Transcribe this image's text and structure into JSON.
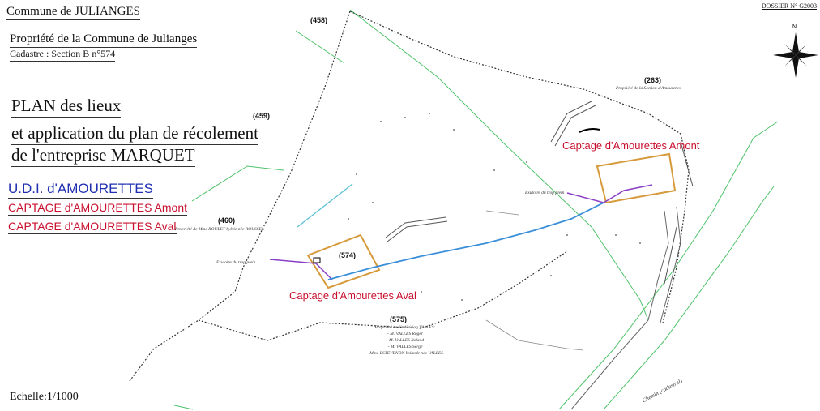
{
  "header": {
    "commune": "Commune de JULIANGES",
    "propriete": "Propriété de la Commune de Julianges",
    "cadastre": "Cadastre : Section B n°574",
    "dossier": "DOSSIER N° G2003"
  },
  "title": {
    "line1": "PLAN des lieux",
    "line2": "et application du plan de récolement",
    "line3": "de l'entreprise MARQUET"
  },
  "legend": {
    "udi": "U.D.I. d'AMOURETTES",
    "captage_amont": "CAPTAGE d'AMOURETTES Amont",
    "captage_aval": "CAPTAGE d'AMOURETTES Aval"
  },
  "scale": "Echelle:1/1000",
  "parcels": {
    "p458": "(458)",
    "p459": "(459)",
    "p460": "(460)",
    "p263": "(263)",
    "p574": "(574)",
    "p575": "(575)"
  },
  "owners": {
    "p460": "Propriété de Mme ROULET Sylvie née ROUSSEL",
    "p263": "Propriété de la Section d'Amourettes",
    "p575_lines": [
      "Propriété de l'indivision VALLES:",
      "- M. VALLES Roger",
      "- M. VALLES Roland",
      "- M. VALLES Serge",
      "- Mme ESTEVENON Yolande née VALLES"
    ]
  },
  "map_labels": {
    "captage_amont": "Captage d'Amourettes Amont",
    "captage_aval": "Captage d'Amourettes Aval",
    "exutoire_left": "Exutoire du trop plein",
    "exutoire_right": "Exutoire du trop plein",
    "chemin": "Chemin (cadastral)",
    "compass_n": "N"
  },
  "colors": {
    "red_label": "#c8102e",
    "blue_label": "#1f2fb0",
    "boundary_green": "#4fc36a",
    "pipe_blue": "#3a8fd8",
    "pipe_purple": "#8a3fc4",
    "enclosure_orange": "#d69a3a"
  }
}
